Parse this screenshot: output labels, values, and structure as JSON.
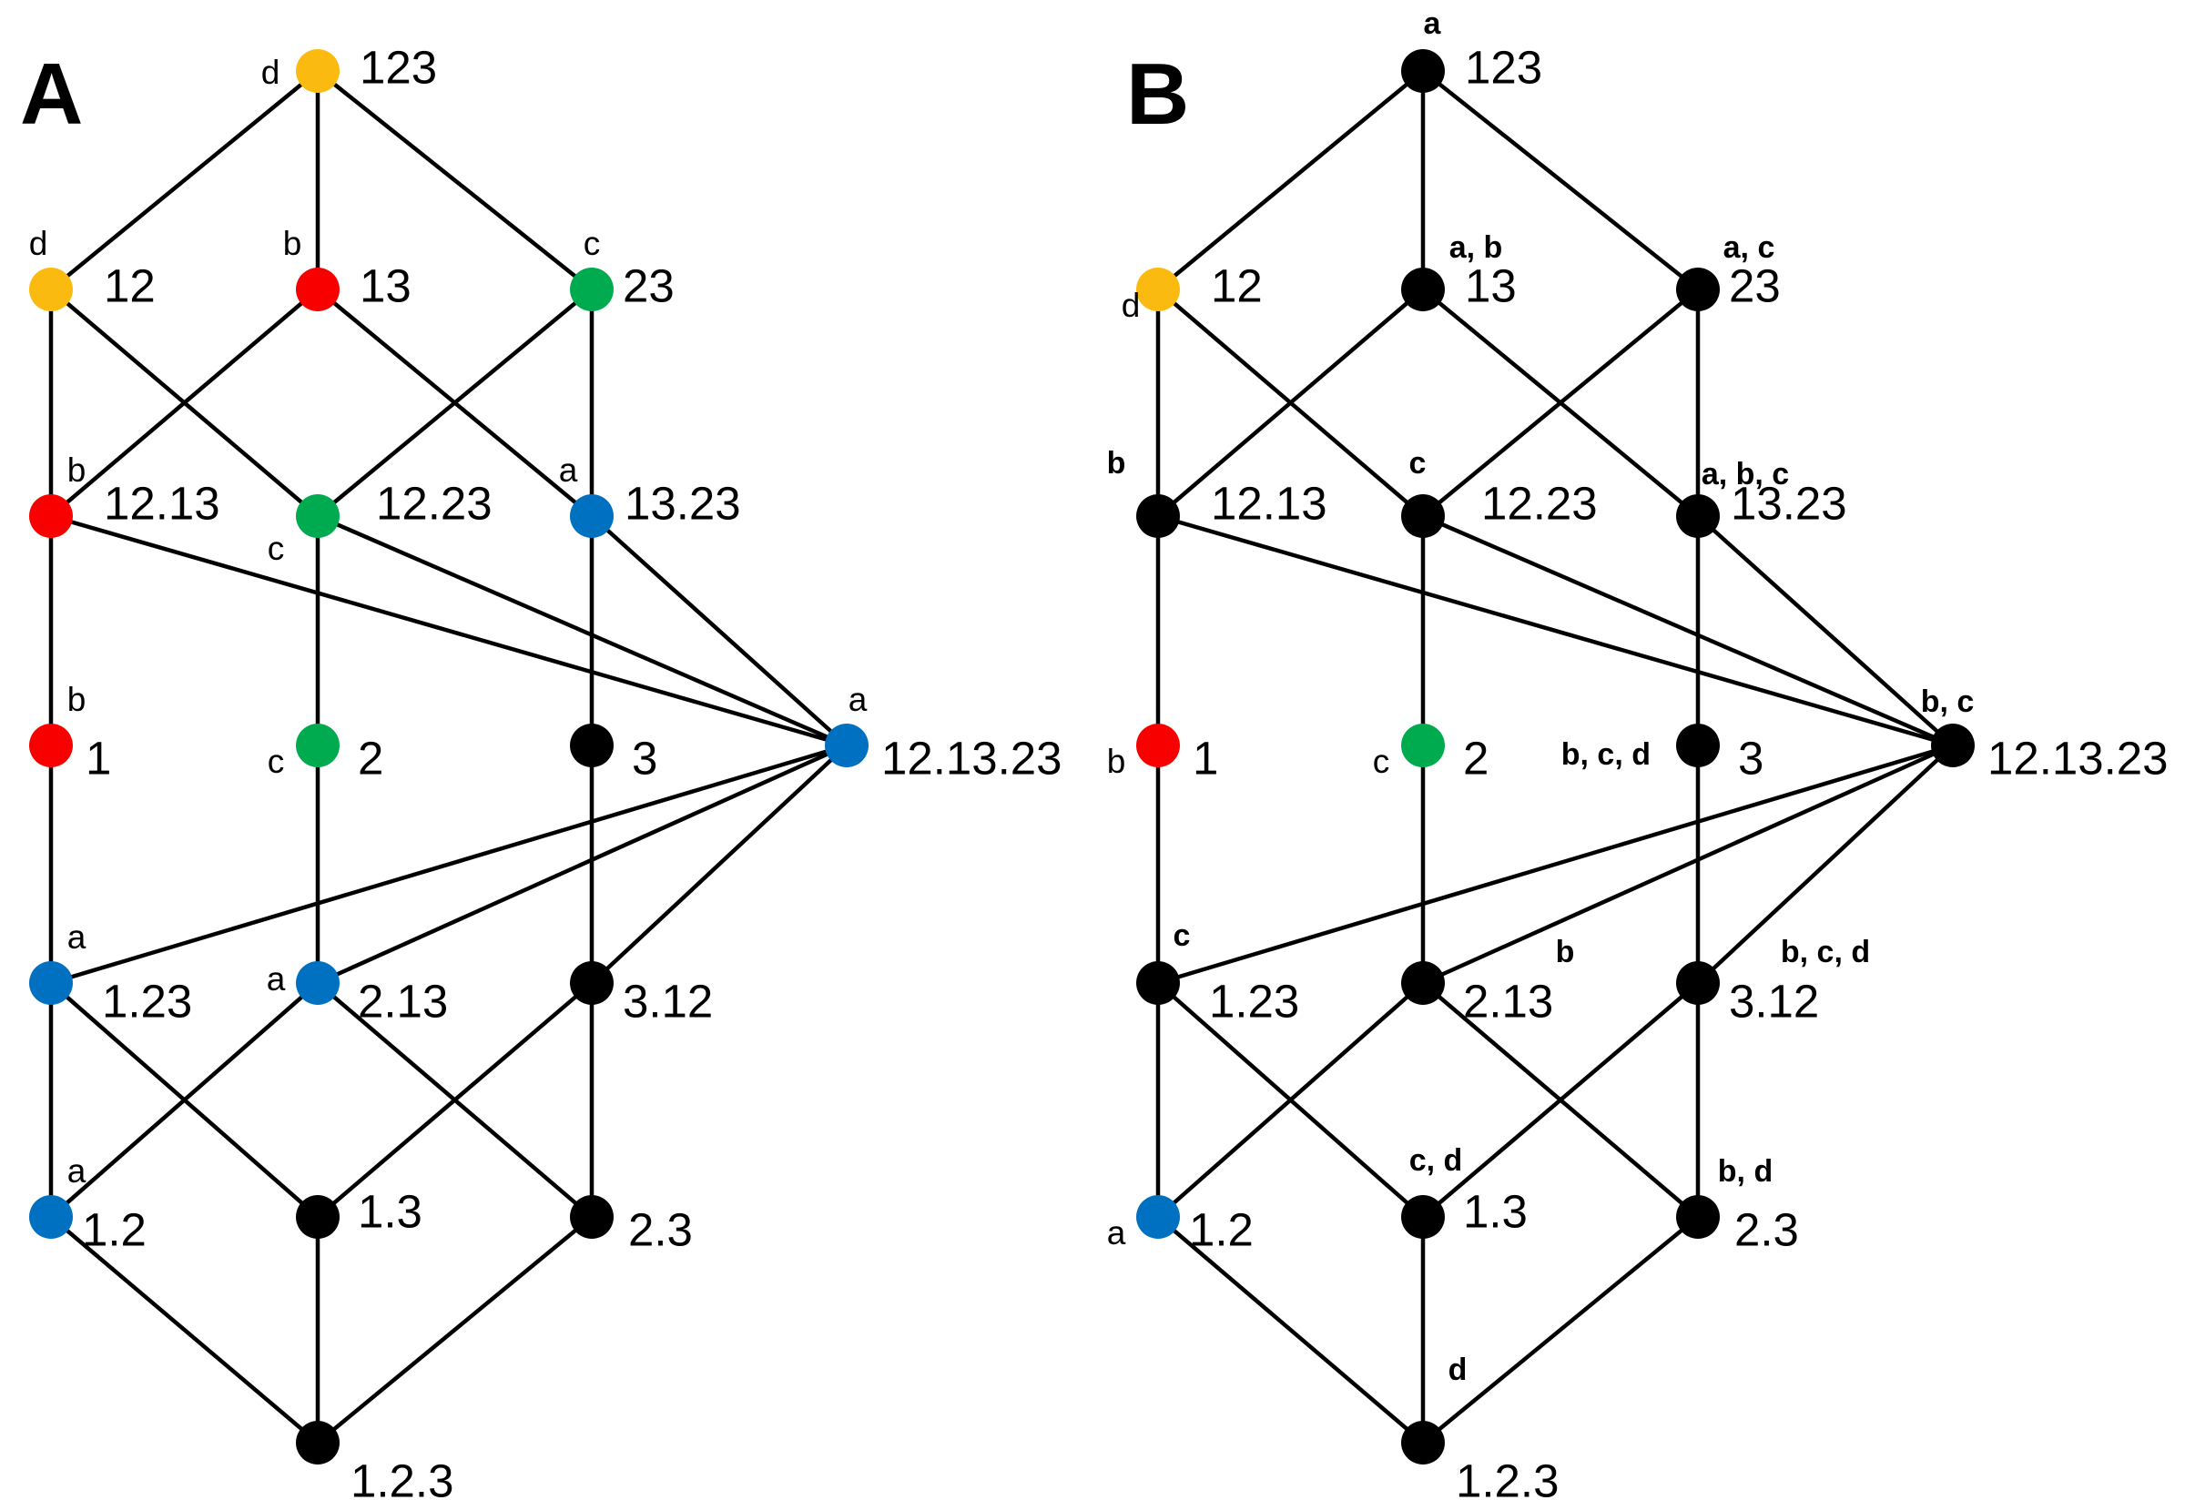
{
  "colors": {
    "yellow": "#FBBA10",
    "red": "#F80000",
    "green": "#00AA4E",
    "blue": "#0070C0",
    "black": "#000000"
  },
  "panels": [
    {
      "letter": "A",
      "nodes": [
        {
          "id": "123",
          "label": "123",
          "color": "yellow",
          "ann": "d",
          "ann_bold": false
        },
        {
          "id": "12",
          "label": "12",
          "color": "yellow",
          "ann": "d",
          "ann_bold": false
        },
        {
          "id": "13",
          "label": "13",
          "color": "red",
          "ann": "b",
          "ann_bold": false
        },
        {
          "id": "23",
          "label": "23",
          "color": "green",
          "ann": "c",
          "ann_bold": false
        },
        {
          "id": "12.13",
          "label": "12.13",
          "color": "red",
          "ann": "b",
          "ann_bold": false
        },
        {
          "id": "12.23",
          "label": "12.23",
          "color": "green",
          "ann": "c",
          "ann_bold": false
        },
        {
          "id": "13.23",
          "label": "13.23",
          "color": "blue",
          "ann": "a",
          "ann_bold": false
        },
        {
          "id": "1",
          "label": "1",
          "color": "red",
          "ann": "b",
          "ann_bold": false
        },
        {
          "id": "2",
          "label": "2",
          "color": "green",
          "ann": "c",
          "ann_bold": false
        },
        {
          "id": "3",
          "label": "3",
          "color": "black",
          "ann": "",
          "ann_bold": false
        },
        {
          "id": "12.13.23",
          "label": "12.13.23",
          "color": "blue",
          "ann": "a",
          "ann_bold": false
        },
        {
          "id": "1.23",
          "label": "1.23",
          "color": "blue",
          "ann": "a",
          "ann_bold": false
        },
        {
          "id": "2.13",
          "label": "2.13",
          "color": "blue",
          "ann": "a",
          "ann_bold": false
        },
        {
          "id": "3.12",
          "label": "3.12",
          "color": "black",
          "ann": "",
          "ann_bold": false
        },
        {
          "id": "1.2",
          "label": "1.2",
          "color": "blue",
          "ann": "a",
          "ann_bold": false
        },
        {
          "id": "1.3",
          "label": "1.3",
          "color": "black",
          "ann": "",
          "ann_bold": false
        },
        {
          "id": "2.3",
          "label": "2.3",
          "color": "black",
          "ann": "",
          "ann_bold": false
        },
        {
          "id": "1.2.3",
          "label": "1.2.3",
          "color": "black",
          "ann": "",
          "ann_bold": false
        }
      ]
    },
    {
      "letter": "B",
      "nodes": [
        {
          "id": "123",
          "label": "123",
          "color": "black",
          "ann": "a",
          "ann_bold": true
        },
        {
          "id": "12",
          "label": "12",
          "color": "yellow",
          "ann": "d",
          "ann_bold": false
        },
        {
          "id": "13",
          "label": "13",
          "color": "black",
          "ann": "a, b",
          "ann_bold": true
        },
        {
          "id": "23",
          "label": "23",
          "color": "black",
          "ann": "a, c",
          "ann_bold": true
        },
        {
          "id": "12.13",
          "label": "12.13",
          "color": "black",
          "ann": "b",
          "ann_bold": true
        },
        {
          "id": "12.23",
          "label": "12.23",
          "color": "black",
          "ann": "c",
          "ann_bold": true
        },
        {
          "id": "13.23",
          "label": "13.23",
          "color": "black",
          "ann": "a, b, c",
          "ann_bold": true
        },
        {
          "id": "1",
          "label": "1",
          "color": "red",
          "ann": "b",
          "ann_bold": false
        },
        {
          "id": "2",
          "label": "2",
          "color": "green",
          "ann": "c",
          "ann_bold": false
        },
        {
          "id": "3",
          "label": "3",
          "color": "black",
          "ann": "b, c, d",
          "ann_bold": true
        },
        {
          "id": "12.13.23",
          "label": "12.13.23",
          "color": "black",
          "ann": "b, c",
          "ann_bold": true
        },
        {
          "id": "1.23",
          "label": "1.23",
          "color": "black",
          "ann": "c",
          "ann_bold": true
        },
        {
          "id": "2.13",
          "label": "2.13",
          "color": "black",
          "ann": "b",
          "ann_bold": true
        },
        {
          "id": "3.12",
          "label": "3.12",
          "color": "black",
          "ann": "b, c, d",
          "ann_bold": true
        },
        {
          "id": "1.2",
          "label": "1.2",
          "color": "blue",
          "ann": "a",
          "ann_bold": false
        },
        {
          "id": "1.3",
          "label": "1.3",
          "color": "black",
          "ann": "c, d",
          "ann_bold": true
        },
        {
          "id": "2.3",
          "label": "2.3",
          "color": "black",
          "ann": "b, d",
          "ann_bold": true
        },
        {
          "id": "1.2.3",
          "label": "1.2.3",
          "color": "black",
          "ann": "d",
          "ann_bold": true
        }
      ]
    }
  ],
  "edges": [
    [
      "123",
      "12"
    ],
    [
      "123",
      "13"
    ],
    [
      "123",
      "23"
    ],
    [
      "12",
      "12.13"
    ],
    [
      "12",
      "12.23"
    ],
    [
      "13",
      "12.13"
    ],
    [
      "13",
      "13.23"
    ],
    [
      "23",
      "12.23"
    ],
    [
      "23",
      "13.23"
    ],
    [
      "12.13",
      "1"
    ],
    [
      "12.13",
      "12.13.23"
    ],
    [
      "12.23",
      "2"
    ],
    [
      "12.23",
      "12.13.23"
    ],
    [
      "13.23",
      "3"
    ],
    [
      "13.23",
      "12.13.23"
    ],
    [
      "1",
      "1.23"
    ],
    [
      "2",
      "2.13"
    ],
    [
      "3",
      "3.12"
    ],
    [
      "12.13.23",
      "1.23"
    ],
    [
      "12.13.23",
      "2.13"
    ],
    [
      "12.13.23",
      "3.12"
    ],
    [
      "1.23",
      "1.2"
    ],
    [
      "1.23",
      "1.3"
    ],
    [
      "2.13",
      "1.2"
    ],
    [
      "2.13",
      "2.3"
    ],
    [
      "3.12",
      "1.3"
    ],
    [
      "3.12",
      "2.3"
    ],
    [
      "1.2",
      "1.2.3"
    ],
    [
      "1.3",
      "1.2.3"
    ],
    [
      "2.3",
      "1.2.3"
    ]
  ]
}
